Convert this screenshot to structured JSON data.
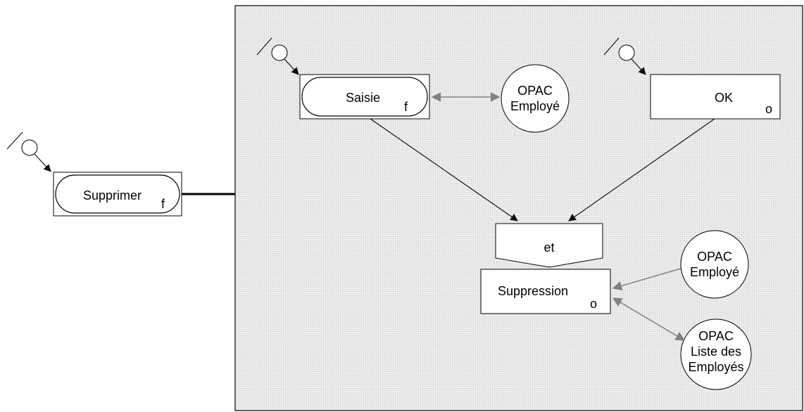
{
  "colors": {
    "frame_fill": "#eaeaea",
    "frame_border": "#333333",
    "node_fill": "#ffffff",
    "arrow_black": "#111111",
    "arrow_gray": "#808080"
  },
  "icons": {
    "trigger": "trigger-icon"
  },
  "nodes": {
    "supprimer": {
      "text": "Supprimer",
      "sub": "f"
    },
    "saisie": {
      "text": "Saisie",
      "sub": "f"
    },
    "ok": {
      "text": "OK",
      "sub": "o"
    },
    "et": {
      "text": "et"
    },
    "suppression": {
      "text": "Suppression",
      "sub": "o"
    },
    "opac_employe_top": {
      "line1": "OPAC",
      "line2": "Employé"
    },
    "opac_employe_right": {
      "line1": "OPAC",
      "line2": "Employé"
    },
    "opac_liste": {
      "line1": "OPAC",
      "line2": "Liste des",
      "line3": "Employés"
    }
  }
}
